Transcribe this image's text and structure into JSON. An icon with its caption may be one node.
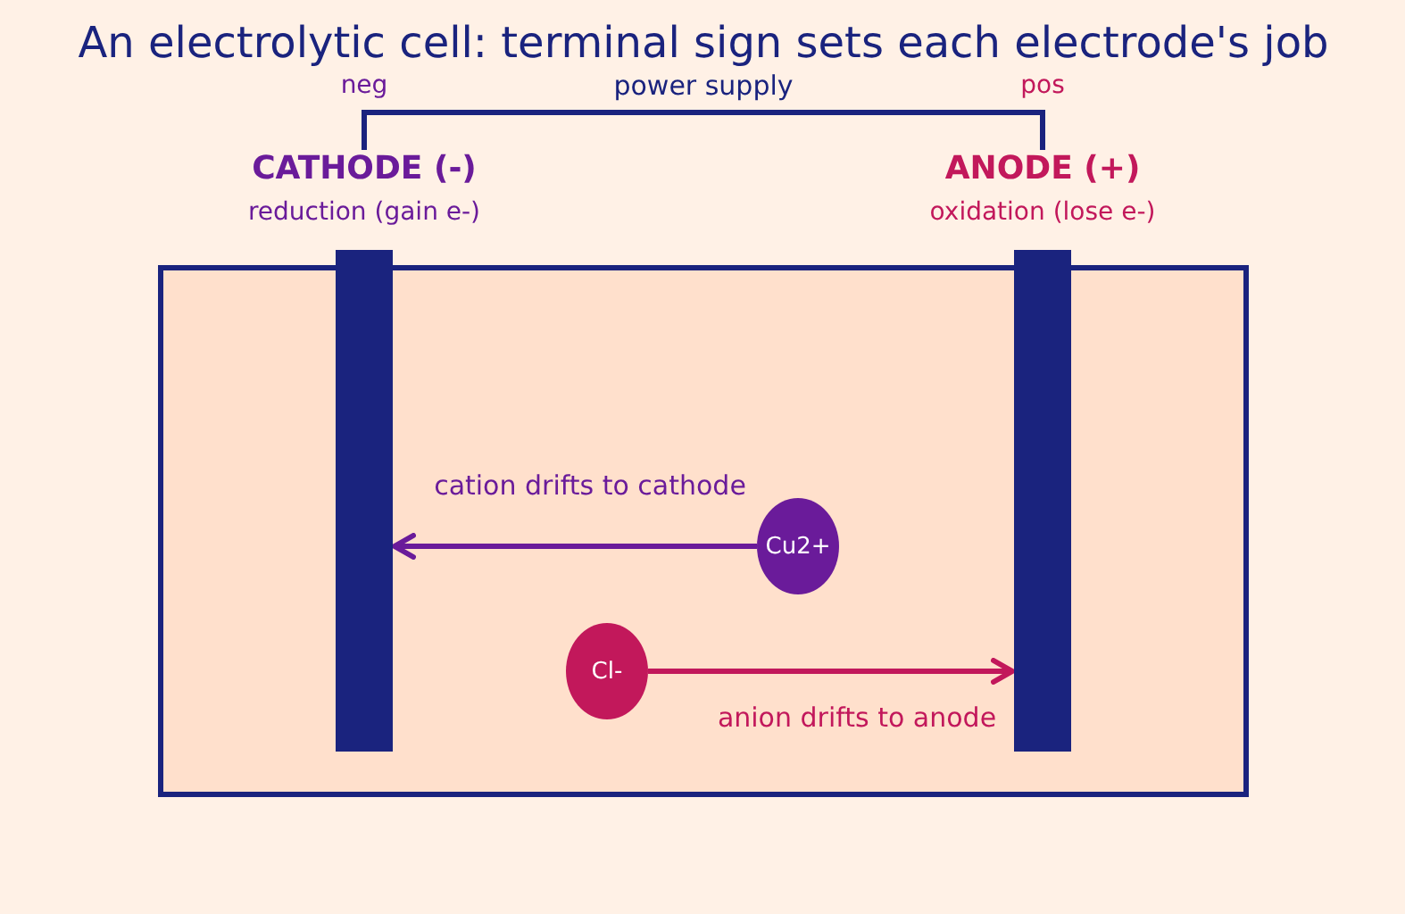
{
  "diagram": {
    "title": "An electrolytic cell: terminal sign sets each electrode's job",
    "nodes": [
      {
        "text": [
          "CATHODE (-)",
          "reduction (gain e-)"
        ]
      },
      {
        "text": [
          "ANODE (+)",
          "oxidation (lose e-)"
        ]
      },
      {
        "text": [
          "Cu2+"
        ]
      },
      {
        "text": [
          "Cl-"
        ]
      }
    ],
    "edges": [
      {
        "from": 0,
        "to": 1,
        "arrow": "none",
        "label": "power supply",
        "color": "#1a237e"
      },
      {
        "from": 2,
        "to": 0,
        "arrow": "to",
        "label": "cation drifts to cathode",
        "color": "#6a1b9a"
      },
      {
        "from": 3,
        "to": 1,
        "arrow": "to",
        "label": "anion drifts to anode",
        "color": "#c2185b"
      }
    ],
    "labels": [
      "neg",
      "pos"
    ]
  }
}
